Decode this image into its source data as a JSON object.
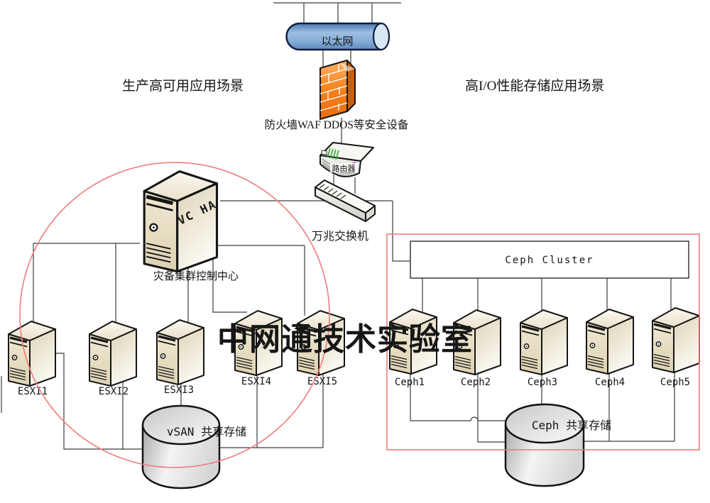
{
  "watermark": "中网通技术实验室",
  "scenarios": {
    "left": "生产高可用应用场景",
    "right": "高I/O性能存储应用场景"
  },
  "network": {
    "ethernet": "以太网",
    "firewall": "防火墙WAF DDOS等安全设备",
    "router": "路由器",
    "switch": "万兆交换机"
  },
  "ha_cluster": {
    "controller": "VC HA",
    "controller_label": "灾备集群控制中心",
    "hosts": [
      "ESXI1",
      "ESXI2",
      "ESXI3",
      "ESXI4",
      "ESXI5"
    ],
    "storage": "vSAN 共享存储"
  },
  "ceph_cluster": {
    "box": "Ceph Cluster",
    "hosts": [
      "Ceph1",
      "Ceph2",
      "Ceph3",
      "Ceph4",
      "Ceph5"
    ],
    "storage": "Ceph 共享存储"
  },
  "colors": {
    "highlight_red": "#f07c7c",
    "ethernet_blue": "#6f99c8",
    "firewall_orange": "#f5821f",
    "server_beige": "#e9e1c9",
    "line_gray": "#3c3c3c"
  }
}
